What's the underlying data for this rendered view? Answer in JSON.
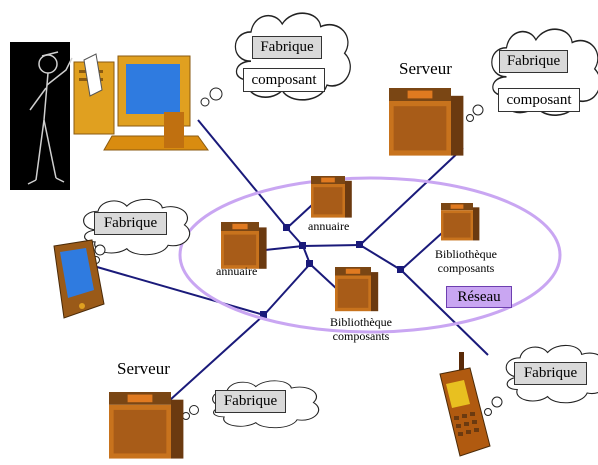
{
  "labels": {
    "fabrique": "Fabrique",
    "composant": "composant",
    "serveur": "Serveur",
    "annuaire": "annuaire",
    "bibliotheque": "Bibliothèque",
    "composants": "composants",
    "reseau": "Réseau"
  },
  "colors": {
    "network_line": "#1a1a7a",
    "ellipse": "#c9a6f2",
    "box_grey": "#d9d9d9",
    "reseau_box": "#c9a6f2",
    "server_body": "#c8731d",
    "server_dark": "#6b3a10",
    "monitor_screen": "#2f7be0",
    "computer_case": "#e0a020",
    "person_bg": "#000000",
    "phone_body": "#b05a10"
  },
  "icons": [
    "developer-person-icon",
    "desktop-computer-icon",
    "server-icon",
    "pda-icon",
    "mobile-phone-icon",
    "thought-cloud-icon"
  ]
}
